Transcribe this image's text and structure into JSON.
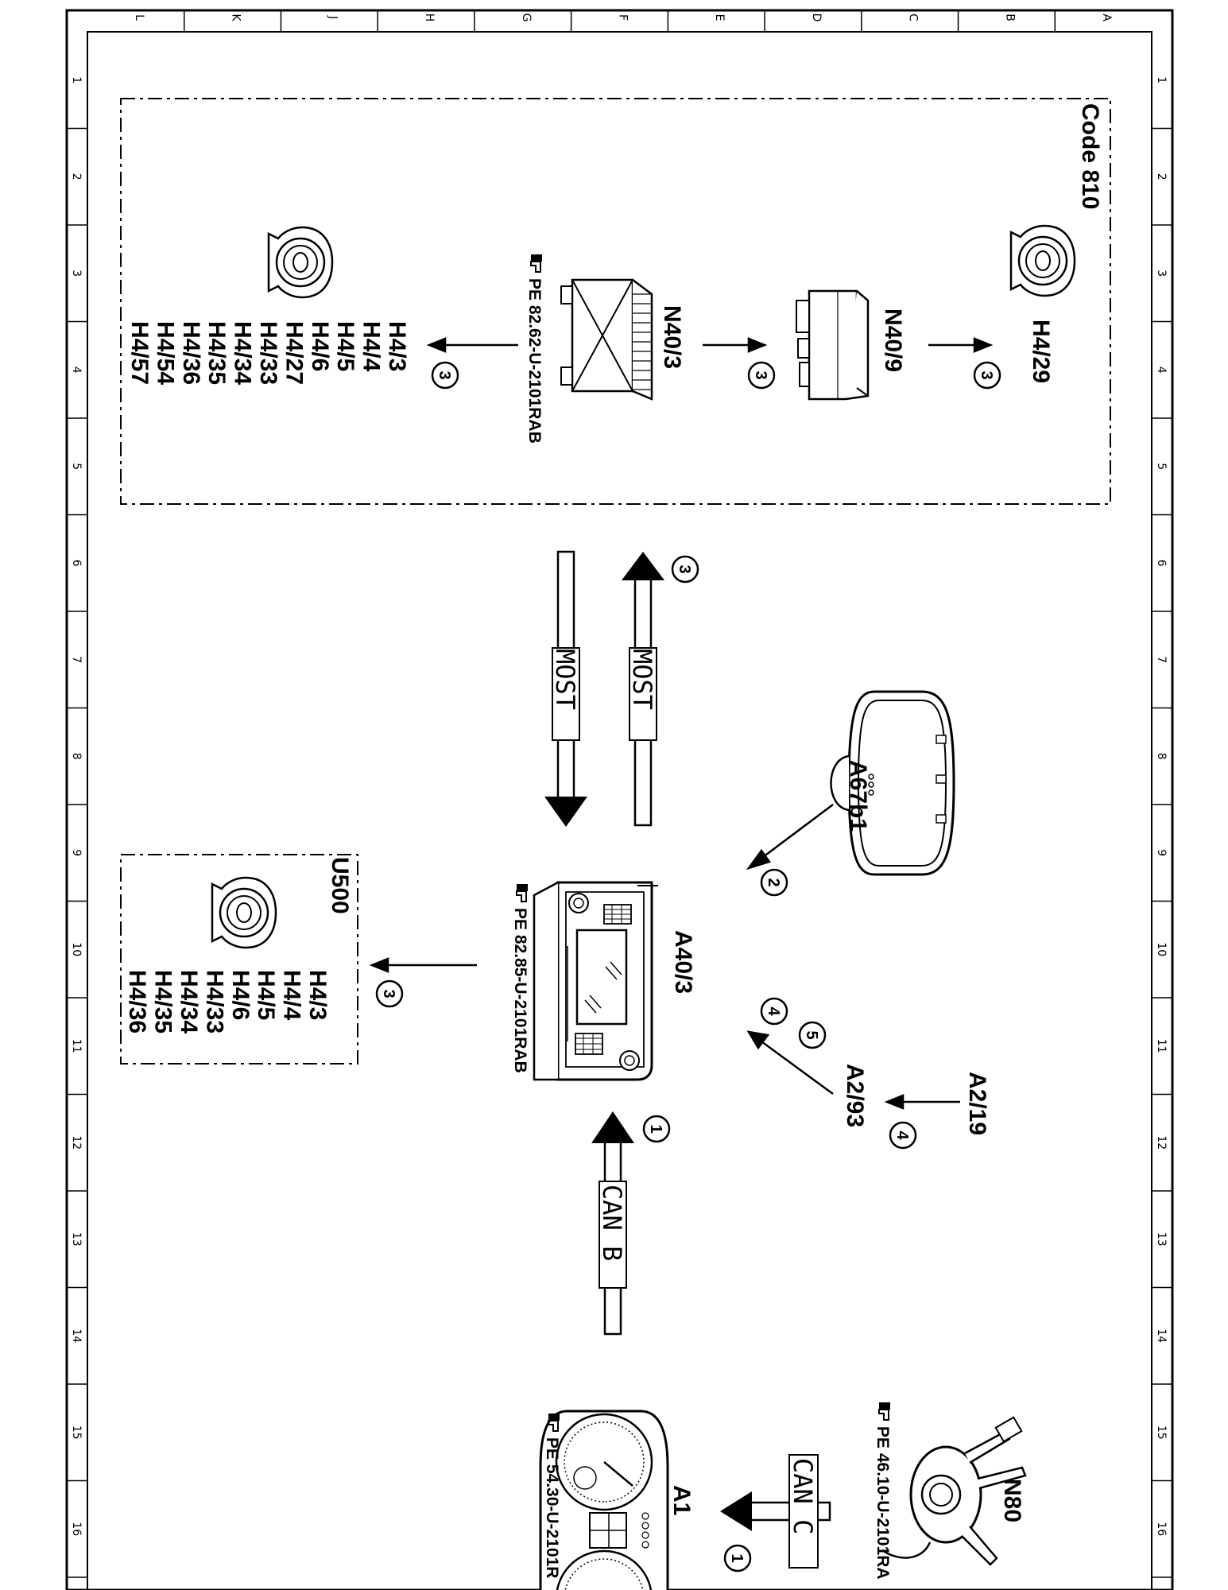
{
  "frame": {
    "column_letters": [
      "L",
      "K",
      "J",
      "H",
      "G",
      "F",
      "E",
      "D",
      "C",
      "B",
      "A"
    ],
    "row_numbers": [
      "1",
      "2",
      "3",
      "4",
      "5",
      "6",
      "7",
      "8",
      "9",
      "10",
      "11",
      "12",
      "13",
      "14",
      "15",
      "16"
    ]
  },
  "zones": {
    "code_810": "Code 810",
    "u500": "U500"
  },
  "components": {
    "h4_29": "H4/29",
    "n40_9": "N40/9",
    "n40_3": "N40/3",
    "n40_3_ref": "PE 82.62-U-2101RAB",
    "a67b1": "A67b1",
    "a40_3": "A40/3",
    "a40_3_ref": "PE 82.85-U-2101RAB",
    "a2_19": "A2/19",
    "a2_93": "A2/93",
    "n80": "N80",
    "n80_ref": "PE 46.10-U-2101RA",
    "a1": "A1",
    "a1_ref": "PE 54.30-U-2101R"
  },
  "speaker_lists": {
    "code_810": [
      "H4/3",
      "H4/4",
      "H4/5",
      "H4/6",
      "H4/27",
      "H4/33",
      "H4/34",
      "H4/35",
      "H4/36",
      "H4/54",
      "H4/57"
    ],
    "u500": [
      "H4/3",
      "H4/4",
      "H4/5",
      "H4/6",
      "H4/33",
      "H4/34",
      "H4/35",
      "H4/36"
    ]
  },
  "buses": {
    "most_upper": "MOST",
    "most_lower": "MOST",
    "can_b": "CAN B",
    "can_c": "CAN C"
  },
  "markers": {
    "m_h4_29": "3",
    "m_n40_9": "3",
    "m_n40_3": "3",
    "m_most": "3",
    "m_a67b1": "2",
    "m_u500": "3",
    "m_a40_4": "4",
    "m_a40_5": "5",
    "m_a2_19": "4",
    "m_can_b": "1",
    "m_can_c": "1"
  },
  "ref_icon": "pointing-hand-icon"
}
